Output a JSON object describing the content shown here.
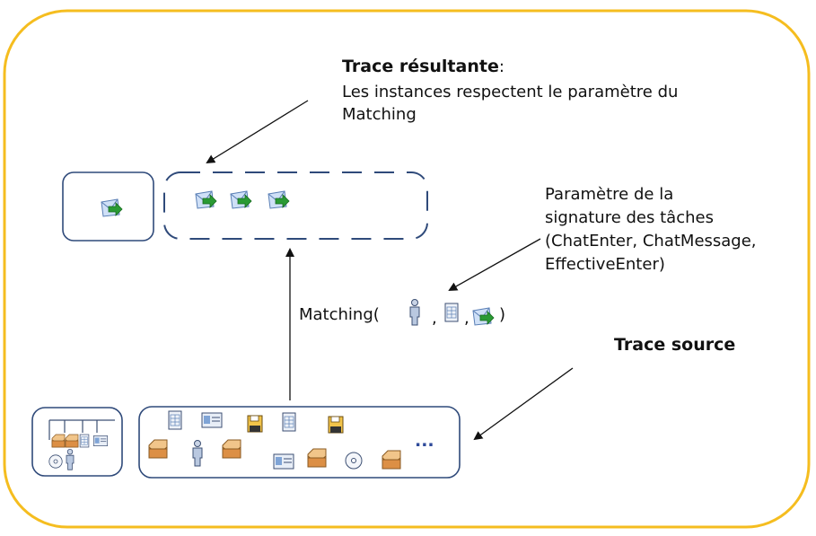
{
  "result": {
    "title": "Trace résultante",
    "colon": ":",
    "line1": "Les instances respectent le paramètre du",
    "line2": "Matching"
  },
  "signature": {
    "line1": "Paramètre de la",
    "line2": "signature des tâches",
    "line3": "(ChatEnter, ChatMessage,",
    "line4": "EffectiveEnter)"
  },
  "matching": {
    "prefix": "Matching(",
    "sep": ",",
    "suffix": ")"
  },
  "source": {
    "title": "Trace source",
    "ellipsis": "..."
  },
  "colors": {
    "frame": "#f5bd1f",
    "box_border": "#2f4a7a",
    "envelope": "#8fb4e6",
    "arrow_green": "#1f8a2a",
    "folder": "#e09a4f",
    "disk": "#f0c040"
  },
  "icons": {
    "envelope": "envelope-arrow-icon",
    "person": "person-icon",
    "document": "document-icon",
    "folder": "folder-icon",
    "floppy": "floppy-disk-icon",
    "card": "id-card-icon",
    "cd": "cd-icon"
  }
}
